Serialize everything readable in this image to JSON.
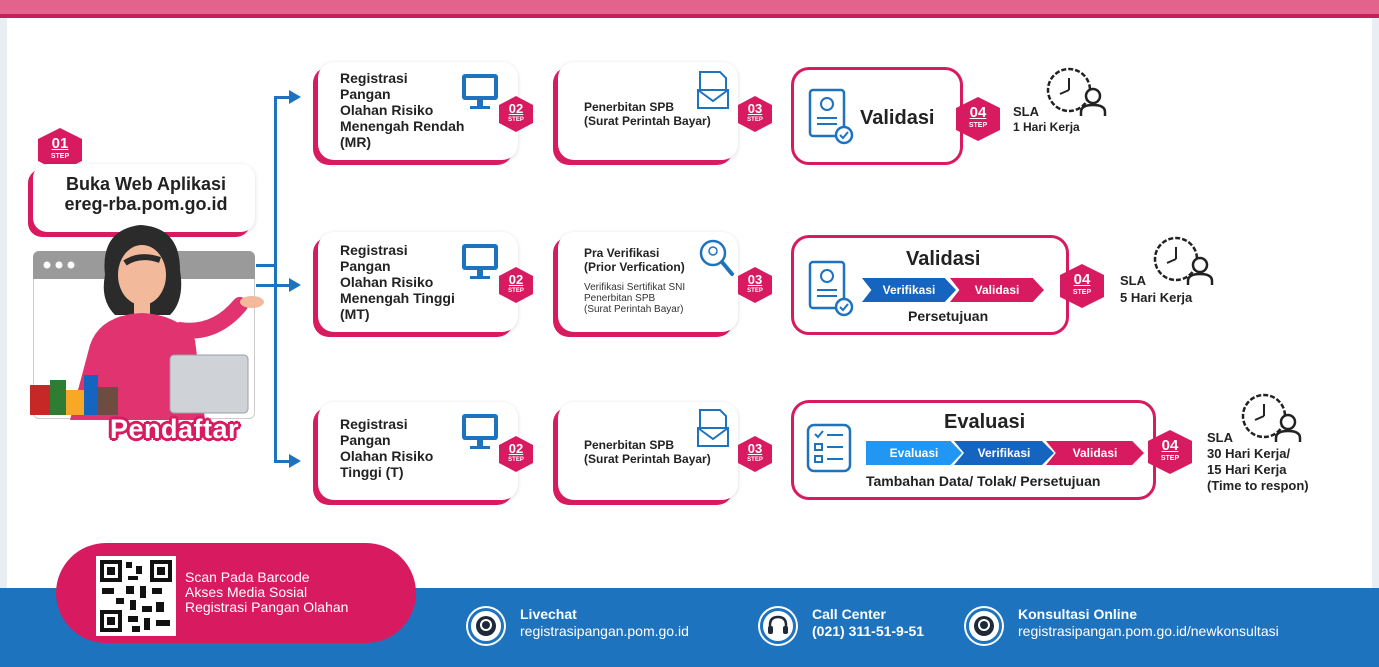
{
  "step1": {
    "badge_num": "01",
    "badge_step": "STEP",
    "text": "Buka Web Aplikasi\nereg-rba.pom.go.id",
    "role": "Pendaftar"
  },
  "badge_step_label": "STEP",
  "rows": [
    {
      "register": "Registrasi\nPangan\nOlahan Risiko\nMenengah Rendah\n(MR)",
      "s2": "02",
      "pay_title": "Penerbitan SPB\n(Surat Perintah Bayar)",
      "s3": "03",
      "validation_title": "Validasi",
      "s4": "04",
      "sla_label": "SLA",
      "sla_value": "1 Hari Kerja"
    },
    {
      "register": "Registrasi\nPangan\nOlahan Risiko\nMenengah Tinggi\n(MT)",
      "s2": "02",
      "pay_title": "Pra Verifikasi\n(Prior Verfication)",
      "pay_sub": "Verifikasi Sertifikat SNI\nPenerbitan SPB\n(Surat Perintah Bayar)",
      "s3": "03",
      "validation_title": "Validasi",
      "chevrons": [
        "Verifikasi",
        "Validasi"
      ],
      "outcome": "Persetujuan",
      "s4": "04",
      "sla_label": "SLA",
      "sla_value": "5 Hari Kerja"
    },
    {
      "register": "Registrasi\nPangan\nOlahan Risiko\nTinggi (T)",
      "s2": "02",
      "pay_title": "Penerbitan SPB\n(Surat Perintah Bayar)",
      "s3": "03",
      "validation_title": "Evaluasi",
      "chevrons": [
        "Evaluasi",
        "Verifikasi",
        "Validasi"
      ],
      "outcome": "Tambahan Data/ Tolak/ Persetujuan",
      "s4": "04",
      "sla_label": "SLA",
      "sla_value": "30 Hari Kerja/\n15 Hari Kerja\n(Time to respon)"
    }
  ],
  "footer": {
    "qr_text": "Scan Pada Barcode\nAkses Media Sosial\nRegistrasi Pangan Olahan",
    "contacts": [
      {
        "title": "Livechat",
        "value": "registrasipangan.pom.go.id",
        "icon": "chat-bubble-icon"
      },
      {
        "title": "Call Center",
        "value": "(021) 311-51-9-51",
        "icon": "headset-icon"
      },
      {
        "title": "Konsultasi Online",
        "value": "registrasipangan.pom.go.id/newkonsultasi",
        "icon": "chat-bubble-icon"
      }
    ]
  },
  "colors": {
    "accent": "#d81b60",
    "blue": "#1e73be",
    "chevron_light": "#2196f3",
    "chevron_dark": "#1565c0"
  }
}
